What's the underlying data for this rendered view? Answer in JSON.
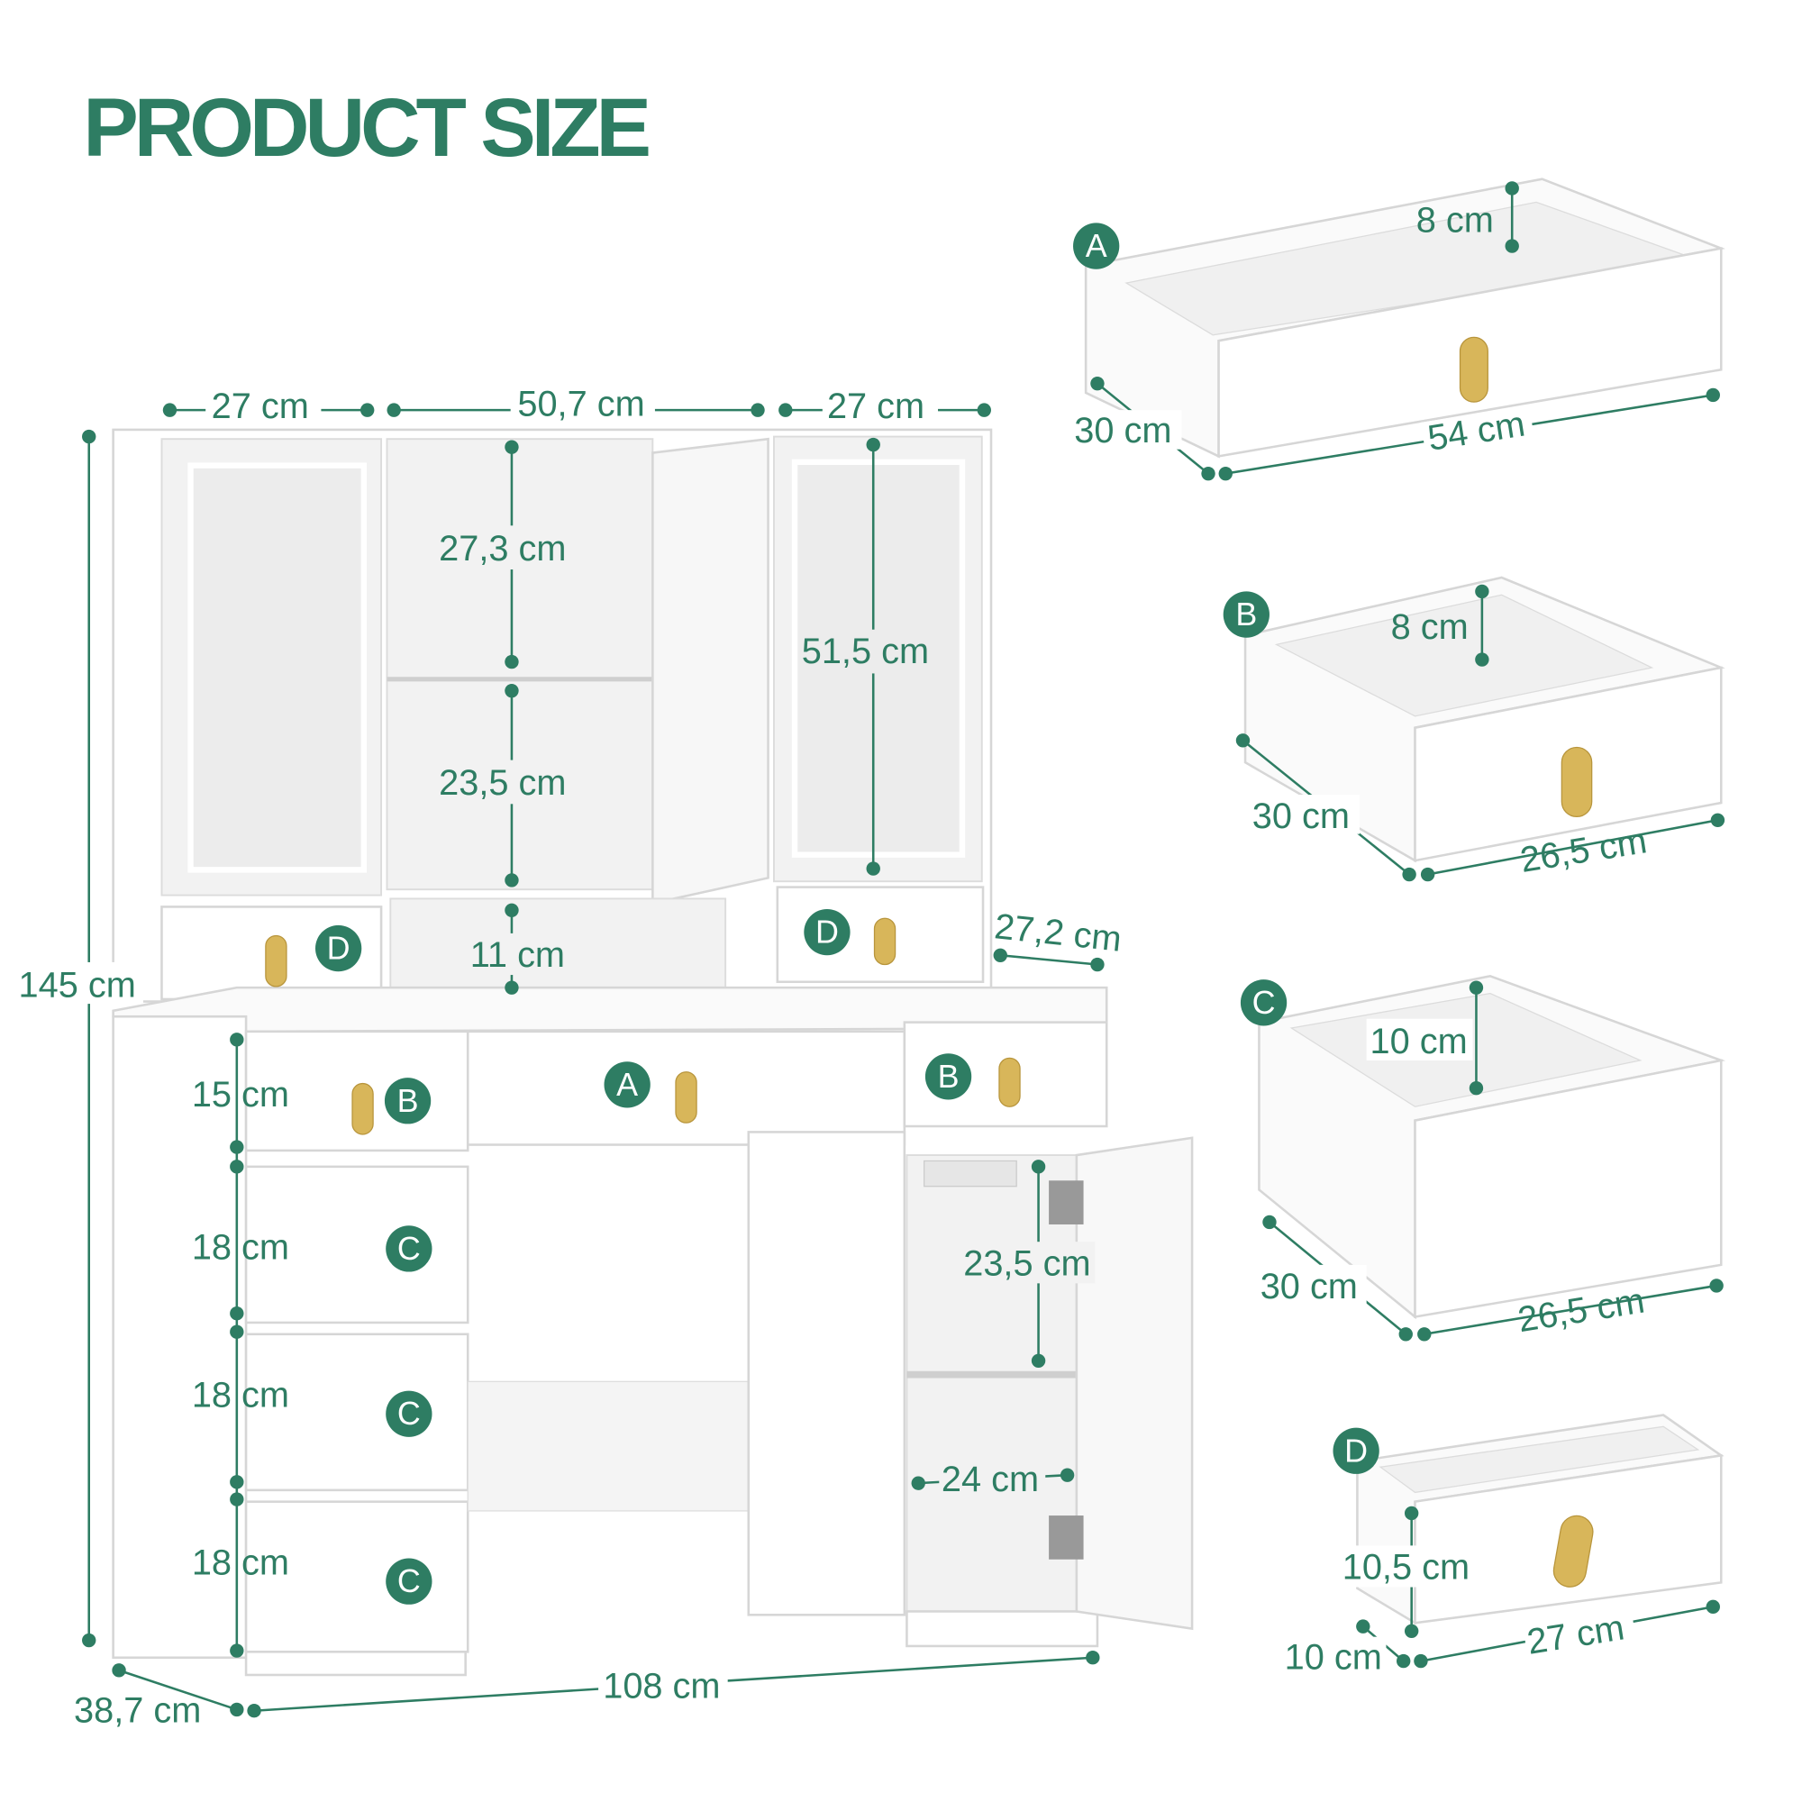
{
  "title": "PRODUCT SIZE",
  "accent_color": "#2e7d63",
  "vanity": {
    "width_left_top": "27 cm",
    "width_middle_top": "50,7 cm",
    "width_right_top": "27 cm",
    "shelf_upper": "27,3 cm",
    "shelf_lower": "23,5 cm",
    "mirror_height": "51,5 cm",
    "niche_height": "11 cm",
    "tabletop_depth": "27,2 cm",
    "total_height": "145 cm",
    "drawer_b_height": "15 cm",
    "drawer_c1_height": "18 cm",
    "drawer_c2_height": "18 cm",
    "drawer_c3_height": "18 cm",
    "cabinet_shelf_upper": "23,5 cm",
    "cabinet_inner_width": "24 cm",
    "total_width": "108 cm",
    "total_depth": "38,7 cm"
  },
  "drawer_labels": [
    "A",
    "B",
    "C",
    "D"
  ],
  "drawers": {
    "A": {
      "label": "A",
      "height": "8 cm",
      "depth": "30 cm",
      "width": "54 cm"
    },
    "B": {
      "label": "B",
      "height": "8 cm",
      "depth": "30 cm",
      "width": "26,5 cm"
    },
    "C": {
      "label": "C",
      "height": "10 cm",
      "depth": "30 cm",
      "width": "26,5 cm"
    },
    "D": {
      "label": "D",
      "height": "10,5 cm",
      "depth": "10 cm",
      "width": "27 cm"
    }
  }
}
